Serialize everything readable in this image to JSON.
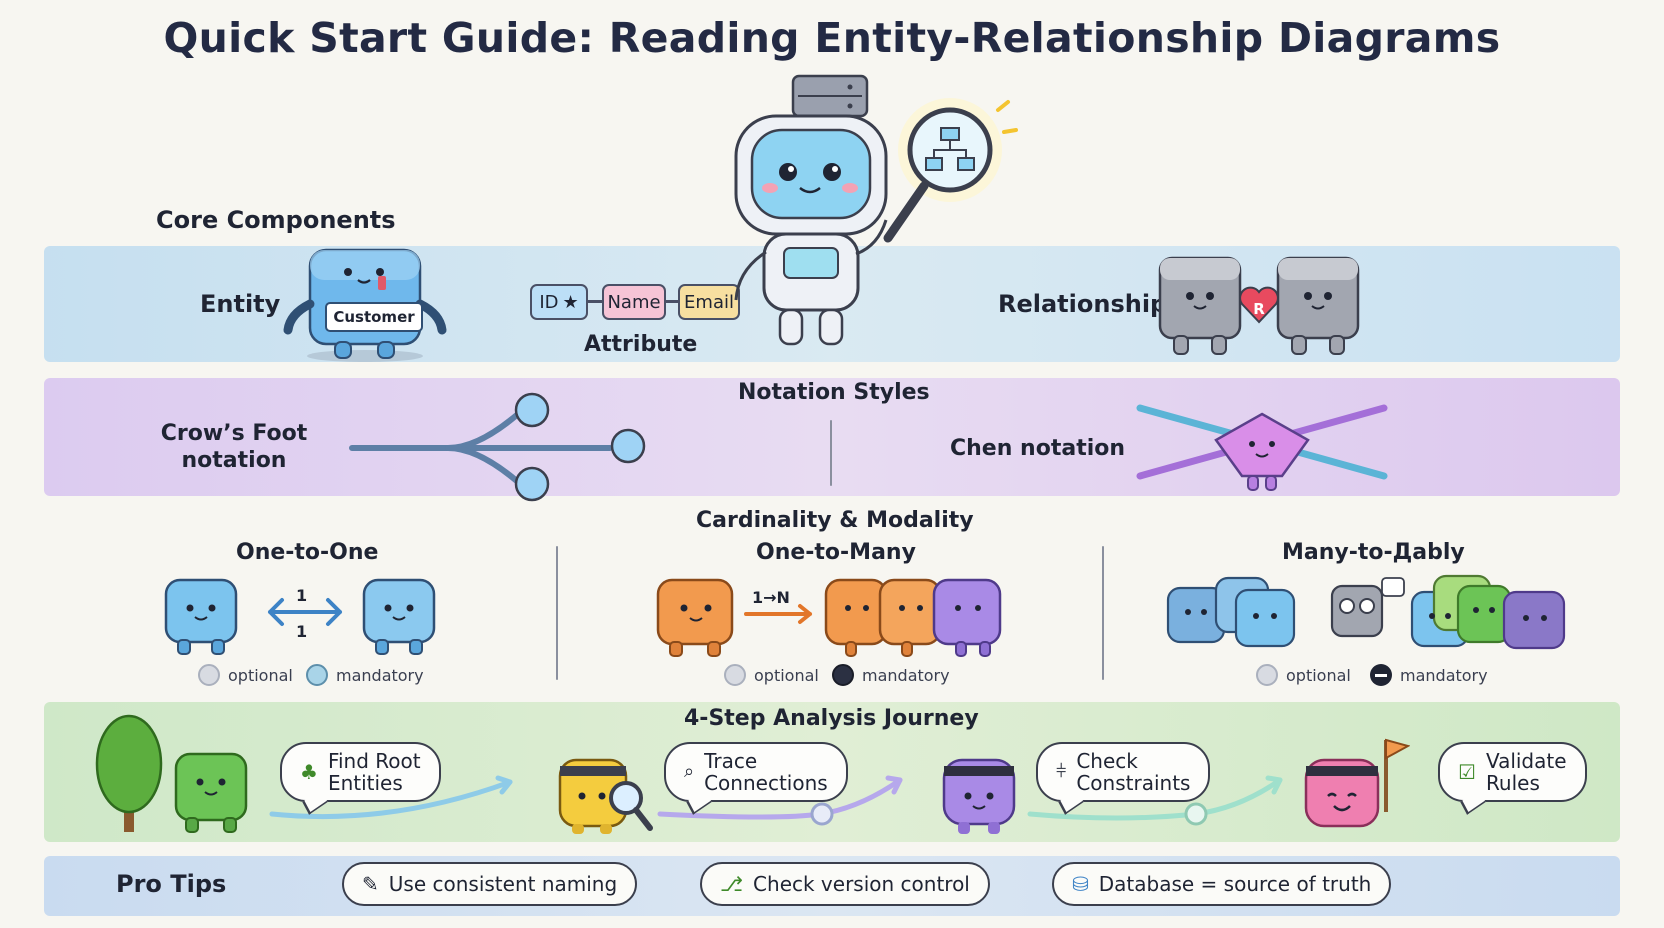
{
  "title": "Quick Start Guide: Reading Entity-Relationship Diagrams",
  "core": {
    "heading": "Core Components",
    "entity_label": "Entity",
    "entity_card": "Customer",
    "attribute_tags": [
      "ID",
      "Name",
      "Email"
    ],
    "attribute_label": "Attribute",
    "relationship_label": "Relationship",
    "relationship_badge": "R"
  },
  "notation": {
    "heading": "Notation Styles",
    "crows_foot_label": "Crow’s Foot\nnotation",
    "chen_label": "Chen notation"
  },
  "cardinality": {
    "heading": "Cardinality & Modality",
    "one_to_one": {
      "label": "One-to-One",
      "top": "1",
      "bottom": "1",
      "optional": "optional",
      "mandatory": "mandatory"
    },
    "one_to_many": {
      "label": "One-to-Many",
      "arrow": "1→N",
      "optional": "optional",
      "mandatory": "mandatory"
    },
    "many_to_many": {
      "label": "Many-to-Дably",
      "optional": "optional",
      "mandatory": "mandatory"
    }
  },
  "journey": {
    "heading": "4-Step Analysis Journey",
    "steps": [
      {
        "label": "Find Root\nEntities",
        "icon": "tree-icon"
      },
      {
        "label": "Trace\nConnections",
        "icon": "magnifier-icon"
      },
      {
        "label": "Check\nConstraints",
        "icon": "constraint-icon"
      },
      {
        "label": "Validate\nRules",
        "icon": "checkbox-icon"
      }
    ]
  },
  "tips": {
    "heading": "Pro Tips",
    "items": [
      {
        "label": "Use consistent naming",
        "icon": "notepad-pencil-icon"
      },
      {
        "label": "Check version control",
        "icon": "branch-icon"
      },
      {
        "label": "Database = source of truth",
        "icon": "database-icon"
      }
    ]
  },
  "colors": {
    "core_band": "#c3def0",
    "notation_band": "#dccbf0",
    "journey_band": "#cfe8c8",
    "tips_band": "#c9dbf0",
    "blue_char": "#7cc4ee",
    "orange_char": "#f29a4e",
    "purple_char": "#a98ae6",
    "green_char": "#6cc456",
    "pink_char": "#ef7fb0",
    "yellow_char": "#f4cc3e"
  }
}
